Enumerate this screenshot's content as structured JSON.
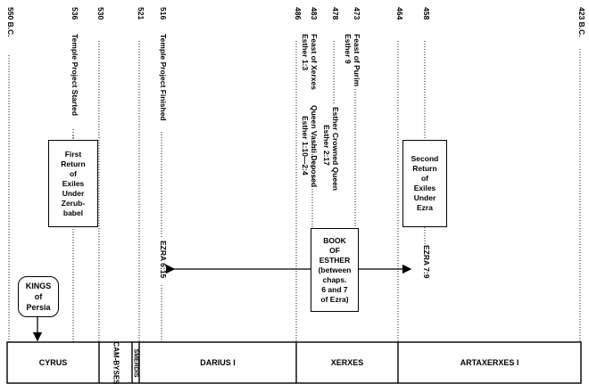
{
  "years": [
    {
      "id": "y550",
      "label": "550 B.C."
    },
    {
      "id": "y536",
      "label": "536"
    },
    {
      "id": "y530",
      "label": "530"
    },
    {
      "id": "y521",
      "label": "521"
    },
    {
      "id": "y516",
      "label": "516"
    },
    {
      "id": "y486",
      "label": "486"
    },
    {
      "id": "y483",
      "label": "483"
    },
    {
      "id": "y478",
      "label": "478"
    },
    {
      "id": "y473",
      "label": "473"
    },
    {
      "id": "y464",
      "label": "464"
    },
    {
      "id": "y458",
      "label": "458"
    },
    {
      "id": "y423",
      "label": "423 B.C."
    }
  ],
  "events": {
    "temple_started": "Temple Project Started",
    "temple_finished": "Temple Project Finished",
    "feast_xerxes": "Feast of Xerxes",
    "feast_xerxes_ref": "Esther 1:3",
    "vashti": "Queen Vashti Deposed",
    "vashti_ref": "Esther 1:10—2:4",
    "esther_crowned": "Esther Crowned Queen",
    "esther_crowned_ref": "Esther 2:17",
    "feast_purim": "Feast of Purim",
    "feast_purim_ref": "Esther 9",
    "ezra_615": "EZRA 6:15",
    "ezra_79": "EZRA 7:9"
  },
  "boxes": {
    "first_return": [
      "First",
      "Return",
      "of",
      "Exiles",
      "Under",
      "Zerub-",
      "babel"
    ],
    "second_return": [
      "Second",
      "Return",
      "of",
      "Exiles",
      "Under",
      "Ezra"
    ],
    "book_esther": [
      "BOOK",
      "OF",
      "ESTHER",
      "(between",
      "chaps.",
      "6 and 7",
      "of Ezra)"
    ],
    "kings_persia": [
      "KINGS",
      "of",
      "Persia"
    ]
  },
  "kings": {
    "cyrus": "CYRUS",
    "cambyses": "CAM-BYSES",
    "smerdis": "SMERDIS",
    "darius": "DARIUS I",
    "xerxes": "XERXES",
    "artaxerxes": "ARTAXERXES I"
  }
}
